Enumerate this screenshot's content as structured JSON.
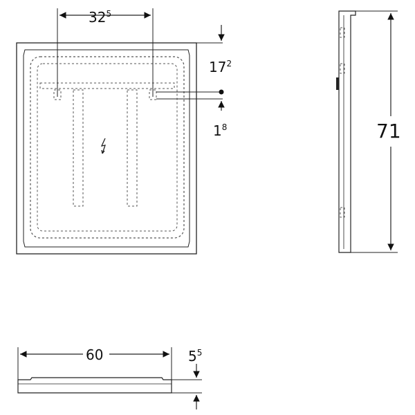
{
  "colors": {
    "line": "#222222",
    "dashed": "#555555",
    "text": "#111111",
    "background": "#ffffff"
  },
  "front_view": {
    "icons": {
      "electrical": "lightning-bolt-icon"
    },
    "dims": {
      "width_top": {
        "main": "32",
        "sup": "5"
      },
      "offset_right_top": {
        "main": "17",
        "sup": "2"
      },
      "offset_right_small": {
        "main": "1",
        "sup": "8"
      }
    }
  },
  "side_view": {
    "dims": {
      "height": "71"
    }
  },
  "bottom_view": {
    "dims": {
      "width": "60",
      "depth": {
        "main": "5",
        "sup": "5"
      }
    }
  }
}
